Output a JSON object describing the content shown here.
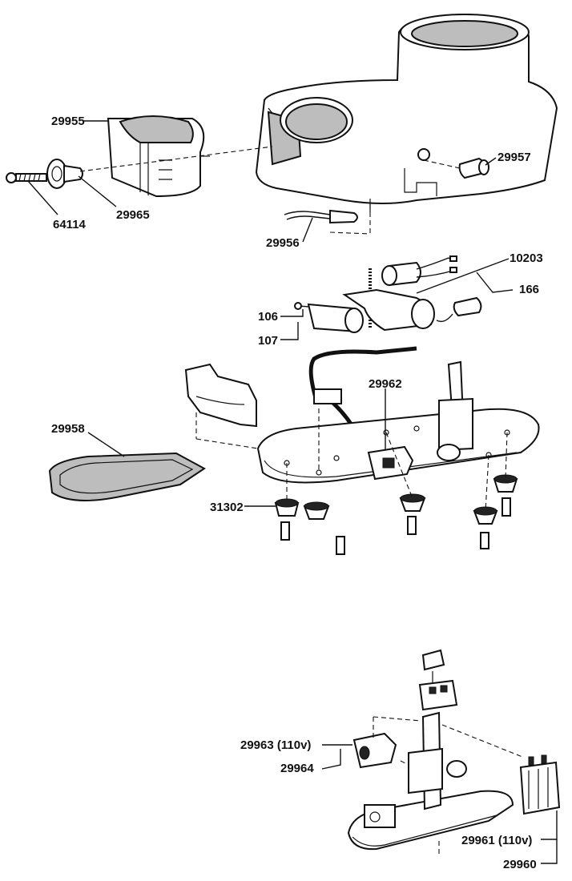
{
  "labels": {
    "p29955": "29955",
    "p64114": "64114",
    "p29965": "29965",
    "p29957": "29957",
    "p29956": "29956",
    "p10203": "10203",
    "p166": "166",
    "p106": "106",
    "p107": "107",
    "p29962": "29962",
    "p29958": "29958",
    "p31302": "31302",
    "p29963": "29963 (110v)",
    "p29964": "29964",
    "p29961": "29961 (110v)",
    "p29960": "29960"
  }
}
